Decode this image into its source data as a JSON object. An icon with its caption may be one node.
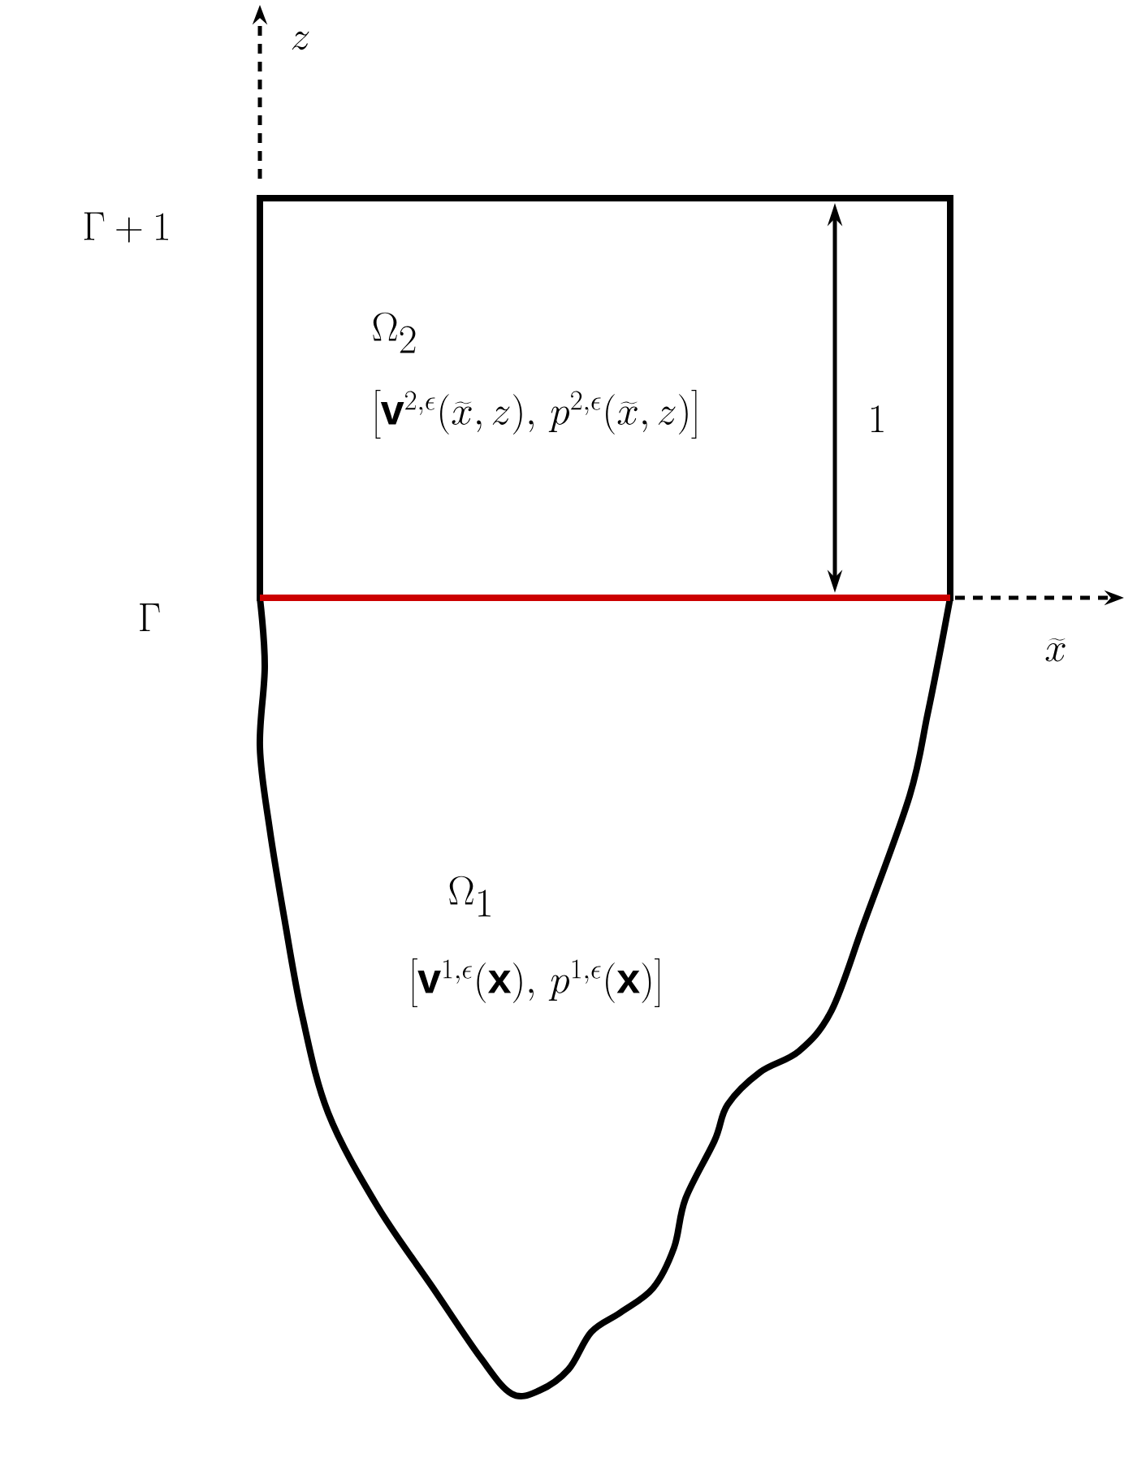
{
  "diagram": {
    "nodes": [
      {
        "text": [
          "\\Omega_2",
          "\\left[\\mathbf{v}^{2,\\epsilon}(\\widetilde{x},z),\\, p^{2,\\epsilon}(\\widetilde{x},z)\\right]"
        ]
      },
      {
        "text": [
          "\\Omega_1",
          "\\left[\\mathbf{v}^{1,\\epsilon}(\\mathbf{x}),\\, p^{1,\\epsilon}(\\mathbf{x})\\right]"
        ]
      }
    ],
    "labels": [
      "z",
      "\\Gamma+1",
      "1",
      "\\Gamma",
      "\\widetilde{x}"
    ]
  }
}
